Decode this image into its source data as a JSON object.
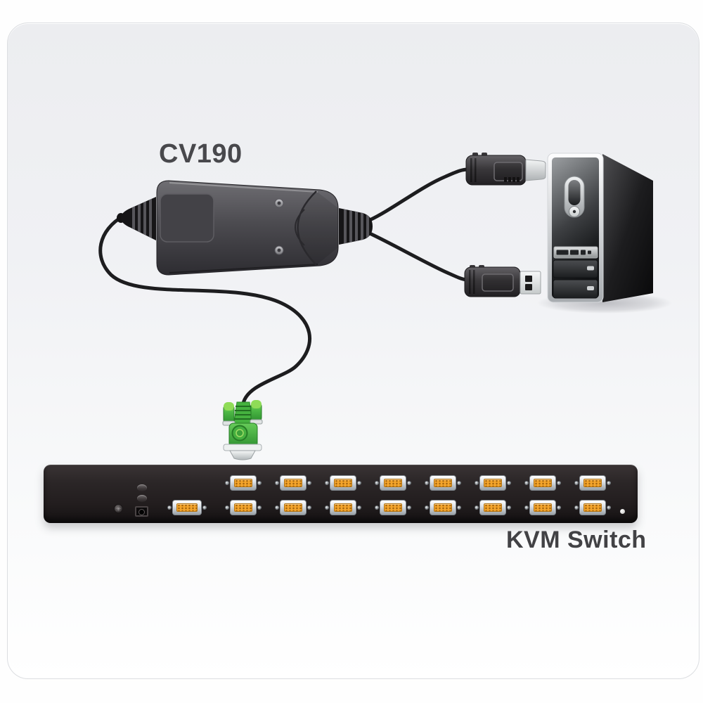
{
  "title": "CV190 to KVM Switch connection diagram",
  "labels": {
    "adapter_model": "CV190",
    "kvm_switch": "KVM Switch"
  },
  "icons": {
    "ground_screw_glyph": "✳"
  },
  "kvm_switch": {
    "rows": 2,
    "ports_per_row": 8,
    "total_vga_ports": 16,
    "has_console_vga_port": true,
    "has_power_jack": true,
    "has_ground_screw": true,
    "has_power_led": true
  },
  "components": {
    "adapter": "CV190 converter module",
    "cable_left": "cable to green VGA connector",
    "cable_right_top": "cable to upper USB connector",
    "cable_right_bottom": "cable to lower USB connector",
    "usb_top": "USB type-A connector",
    "usb_bottom": "USB type-A connector",
    "pc": "desktop tower computer",
    "vga_connector": "green VGA (SPHD) connector",
    "kvm": "16-port KVM switch rear panel"
  },
  "colors": {
    "canvas": "#ffffff",
    "panel_top": "#ecedf0",
    "panel_bottom": "#ffffff",
    "panel_border": "#dcdee1",
    "label_text": "#48484c",
    "cable": "#1d1d1f",
    "adapter_body": "#4c4b50",
    "usb_metal": "#d6d9da",
    "vga_green": "#4cbb45",
    "port_orange": "#f4a52c",
    "port_bezel_silver": "#c6cbd0",
    "kvm_panel_black": "#262122",
    "led_white": "#e8e7e6"
  }
}
